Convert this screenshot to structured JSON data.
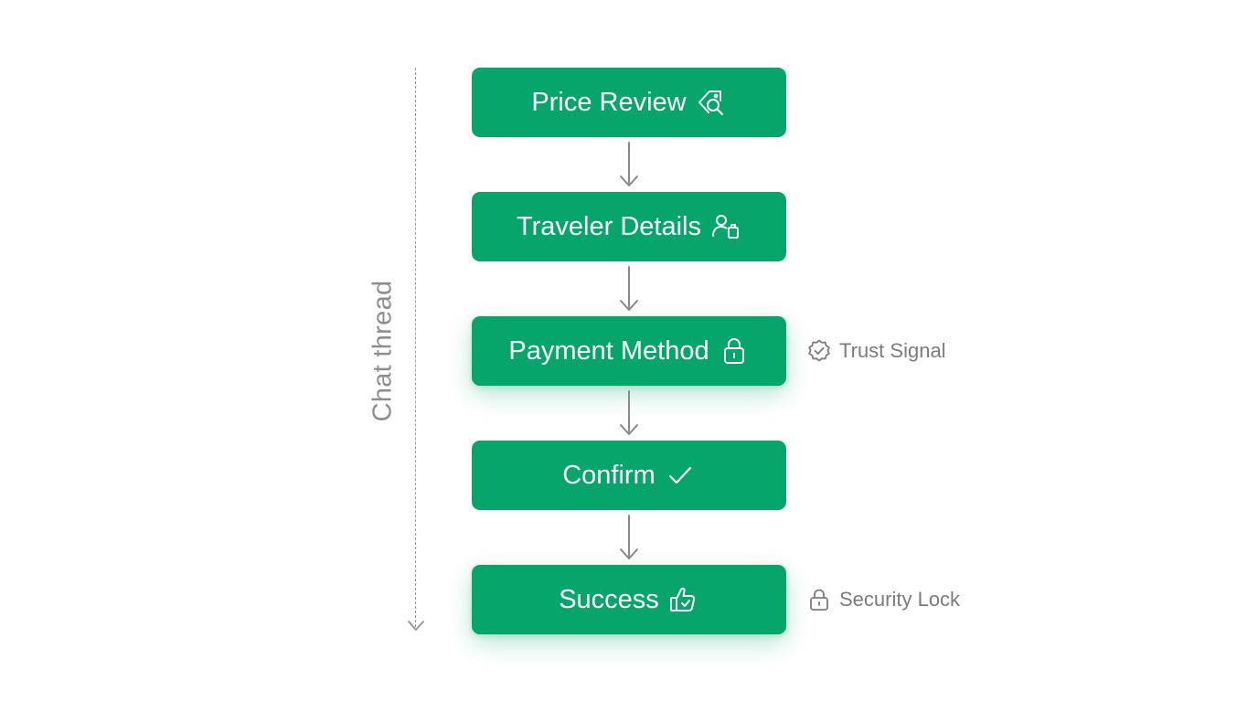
{
  "thread": {
    "label": "Chat thread"
  },
  "steps": [
    {
      "label": "Price Review",
      "icon": "price-tag-search-icon"
    },
    {
      "label": "Traveler Details",
      "icon": "user-luggage-icon"
    },
    {
      "label": "Payment Method",
      "icon": "lock-icon"
    },
    {
      "label": "Confirm",
      "icon": "checkmark-icon"
    },
    {
      "label": "Success",
      "icon": "thumbs-up-check-icon"
    }
  ],
  "annotations": [
    {
      "label": "Trust Signal",
      "icon": "badge-check-icon"
    },
    {
      "label": "Security Lock",
      "icon": "lock-icon"
    }
  ],
  "colors": {
    "step_fill": "#06a56c",
    "step_text": "#ffffff",
    "connector": "#8a8a8a",
    "annotation_text": "#7c7c7c",
    "thread_line": "#9a9a9a"
  }
}
